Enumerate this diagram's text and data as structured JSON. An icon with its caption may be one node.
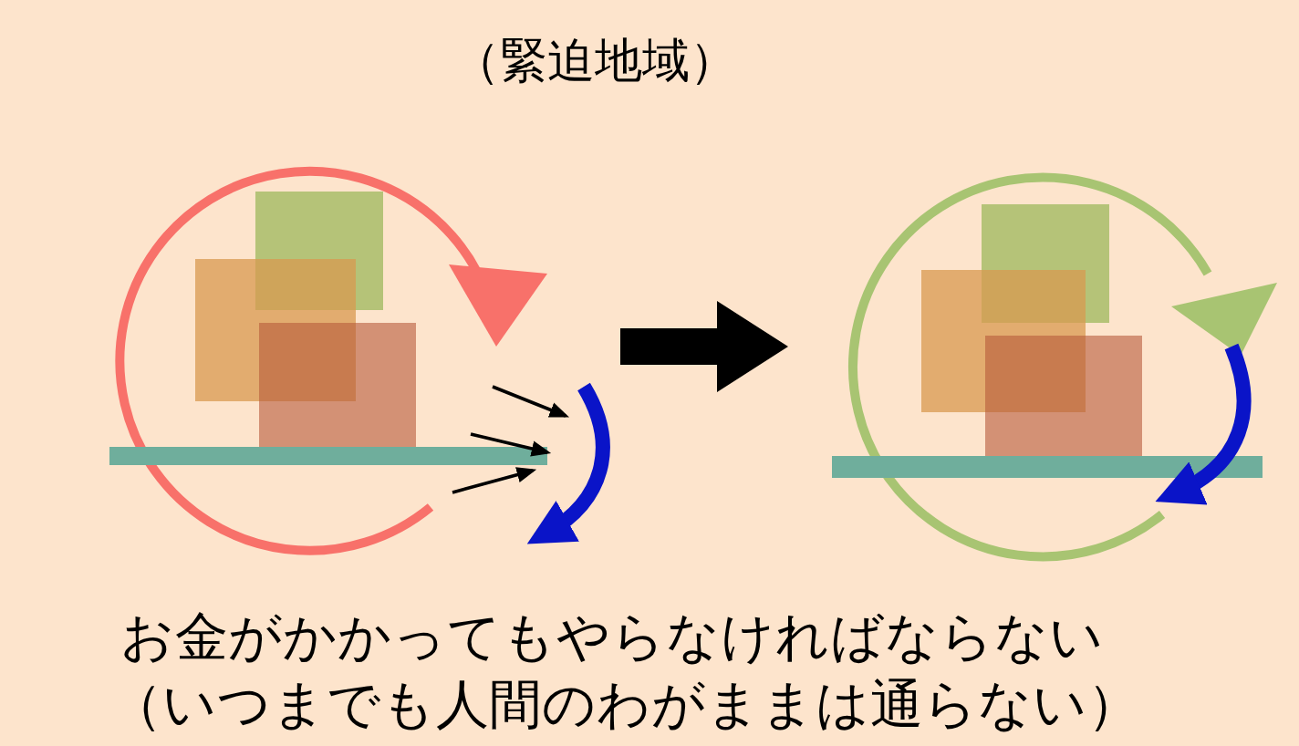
{
  "diagram": {
    "title": "（緊迫地域）",
    "labels": [
      "お金がかかってもやらなければならない",
      "（いつまでも人間のわがままは通らない）"
    ]
  }
}
